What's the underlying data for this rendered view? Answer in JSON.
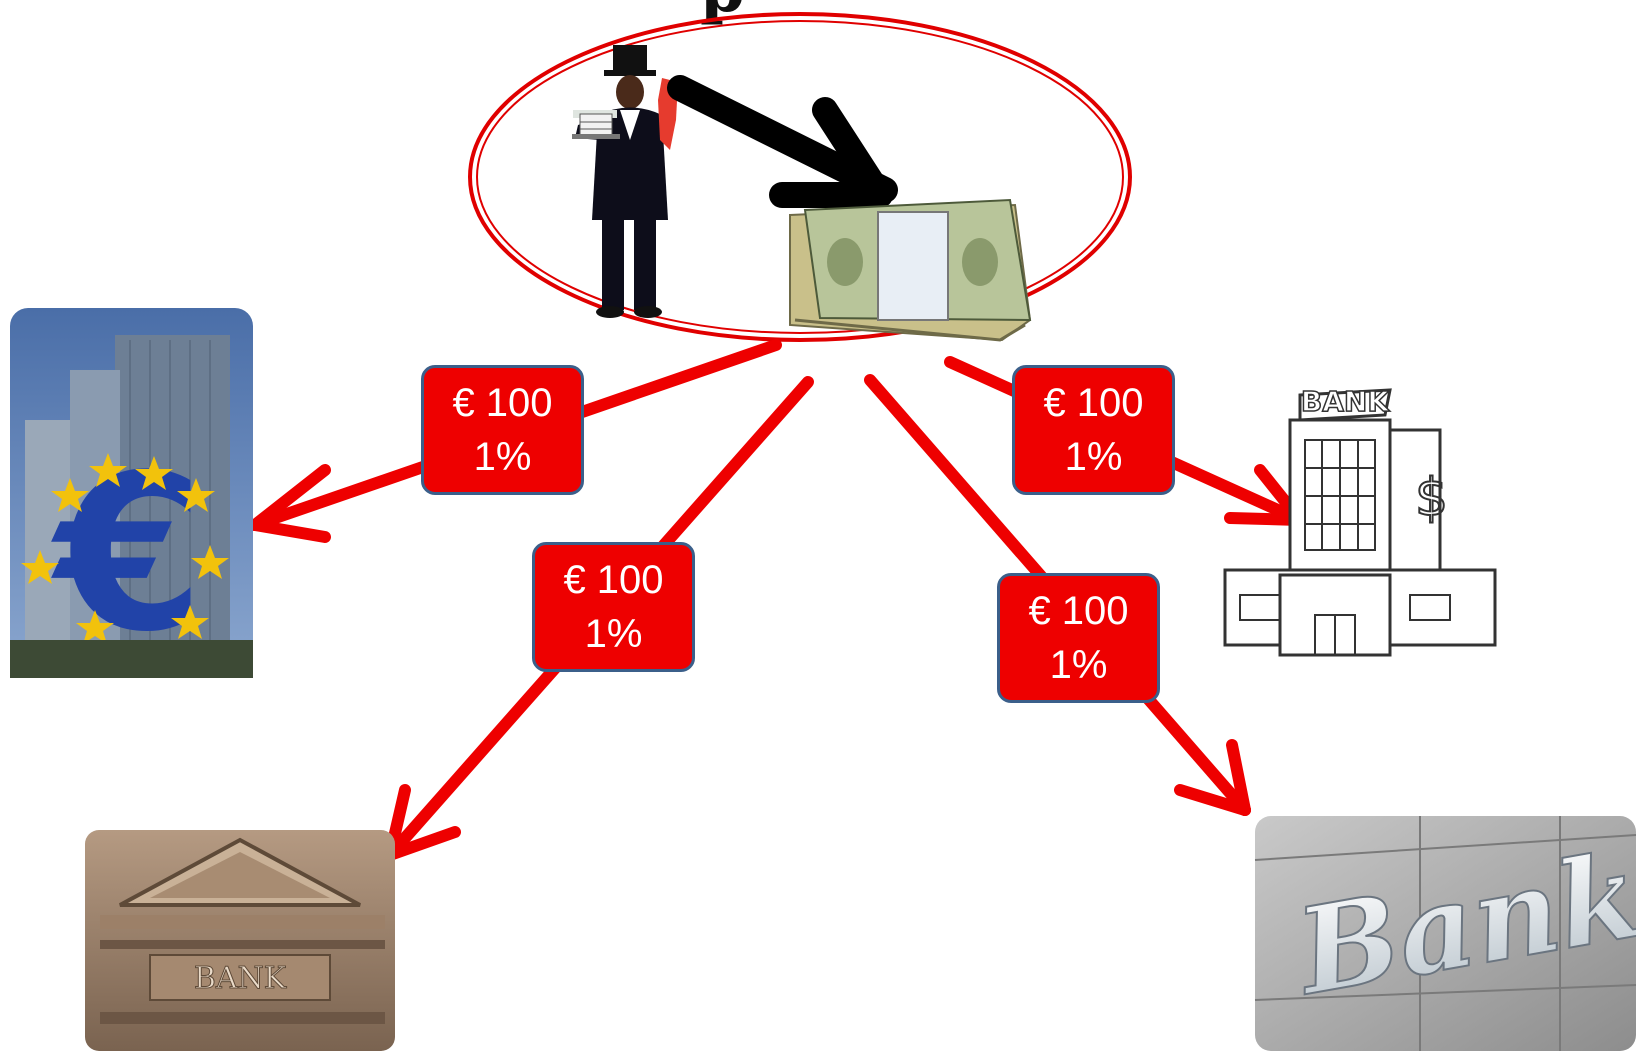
{
  "title_fragment": "p",
  "labels": [
    {
      "amount": "€ 100",
      "rate": "1%"
    },
    {
      "amount": "€ 100",
      "rate": "1%"
    },
    {
      "amount": "€ 100",
      "rate": "1%"
    },
    {
      "amount": "€ 100",
      "rate": "1%"
    }
  ],
  "signs": {
    "bank_sign_top_right": "BANK",
    "bank_sign_bottom_left": "BANK",
    "bank_sign_bottom_right": "Bank"
  },
  "colors": {
    "arrow": "#ee0000",
    "label_fill": "#ee0000",
    "label_border": "#3b5f8a",
    "ellipse": "#e00000",
    "black_arrow": "#000000"
  }
}
